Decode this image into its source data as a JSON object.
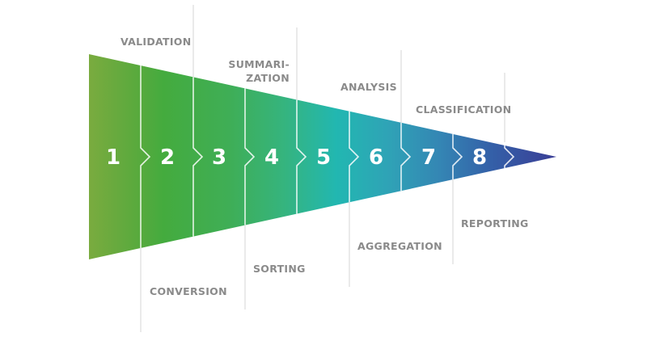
{
  "funnel": {
    "stages": [
      {
        "number": "1",
        "color": "#7aab3f"
      },
      {
        "number": "2",
        "color": "#44ab3e"
      },
      {
        "number": "3",
        "color": "#3fae56"
      },
      {
        "number": "4",
        "color": "#35b47f"
      },
      {
        "number": "5",
        "color": "#22b7b1"
      },
      {
        "number": "6",
        "color": "#2fa3b6"
      },
      {
        "number": "7",
        "color": "#3486b4"
      },
      {
        "number": "8",
        "color": "#3460a8"
      }
    ],
    "tip_color": "#3a3e96",
    "labels_top": [
      {
        "text": "VALIDATION"
      },
      {
        "text_line1": "SUMMARI-",
        "text_line2": "ZATION"
      },
      {
        "text": "ANALYSIS"
      },
      {
        "text": "CLASSIFICATION"
      }
    ],
    "labels_bottom": [
      {
        "text": "CONVERSION"
      },
      {
        "text": "SORTING"
      },
      {
        "text": "AGGREGATION"
      },
      {
        "text": "REPORTING"
      }
    ]
  }
}
